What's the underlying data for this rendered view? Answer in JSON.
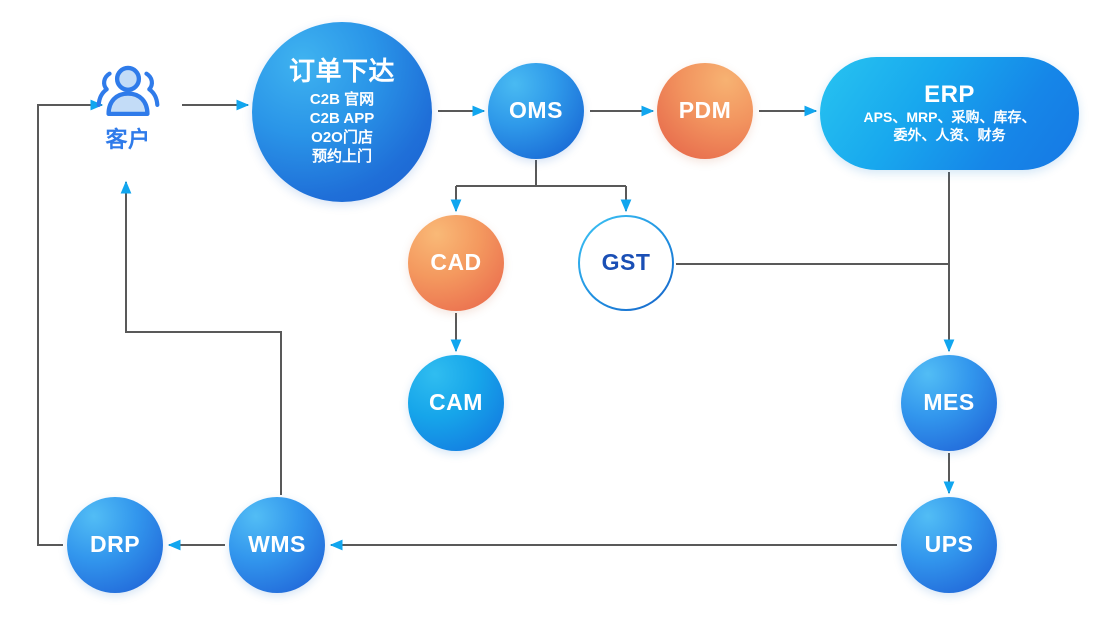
{
  "diagram": {
    "title": "",
    "colors": {
      "line": "#595959",
      "arrow": "#11a6ef",
      "blue": "#1f77dd",
      "cyan": "#28c4f0",
      "orange": "#f2945f",
      "gst_text": "#1a4fb5",
      "customer": "#2f7bea",
      "background": "#ffffff"
    },
    "nodes": [
      {
        "id": "customer",
        "label": "客户",
        "icon": "people-group-icon",
        "shape": "icon",
        "fill": "outline-blue"
      },
      {
        "id": "order",
        "label": "订单下达",
        "shape": "circle",
        "fill": "blue-gradient",
        "sublines": [
          "C2B 官网",
          "C2B APP",
          "O2O门店",
          "预约上门"
        ]
      },
      {
        "id": "oms",
        "label": "OMS",
        "shape": "circle",
        "fill": "blue-gradient",
        "sublines": []
      },
      {
        "id": "pdm",
        "label": "PDM",
        "shape": "circle",
        "fill": "orange-gradient",
        "sublines": []
      },
      {
        "id": "erp",
        "label": "ERP",
        "shape": "rounded-rect",
        "fill": "cyan-blue-gradient",
        "sublines": [
          "APS、MRP、采购、库存、",
          "委外、人资、财务"
        ]
      },
      {
        "id": "cad",
        "label": "CAD",
        "shape": "circle",
        "fill": "orange-gradient",
        "sublines": []
      },
      {
        "id": "gst",
        "label": "GST",
        "shape": "circle-outline",
        "fill": "white",
        "sublines": []
      },
      {
        "id": "cam",
        "label": "CAM",
        "shape": "circle",
        "fill": "cyan-gradient",
        "sublines": []
      },
      {
        "id": "mes",
        "label": "MES",
        "shape": "circle",
        "fill": "blue-gradient",
        "sublines": []
      },
      {
        "id": "ups",
        "label": "UPS",
        "shape": "circle",
        "fill": "blue-gradient",
        "sublines": []
      },
      {
        "id": "wms",
        "label": "WMS",
        "shape": "circle",
        "fill": "blue-gradient",
        "sublines": []
      },
      {
        "id": "drp",
        "label": "DRP",
        "shape": "circle",
        "fill": "blue-gradient",
        "sublines": []
      }
    ],
    "edges": [
      {
        "from": "customer",
        "to": "order",
        "style": "arrow-right"
      },
      {
        "from": "order",
        "to": "oms",
        "style": "arrow-right"
      },
      {
        "from": "oms",
        "to": "pdm",
        "style": "arrow-right"
      },
      {
        "from": "pdm",
        "to": "erp",
        "style": "arrow-right"
      },
      {
        "from": "oms",
        "to": "cad",
        "style": "branch-down-left"
      },
      {
        "from": "oms",
        "to": "gst",
        "style": "branch-down-right"
      },
      {
        "from": "cad",
        "to": "cam",
        "style": "arrow-down"
      },
      {
        "from": "gst",
        "to": "erp-trunk",
        "style": "line-right"
      },
      {
        "from": "erp",
        "to": "mes",
        "style": "arrow-down"
      },
      {
        "from": "mes",
        "to": "ups",
        "style": "arrow-down"
      },
      {
        "from": "ups",
        "to": "wms",
        "style": "arrow-left"
      },
      {
        "from": "wms",
        "to": "drp",
        "style": "arrow-left"
      },
      {
        "from": "wms",
        "to": "customer",
        "style": "elbow-up-left-arrow"
      },
      {
        "from": "drp",
        "to": "customer",
        "style": "elbow-left-up-arrow"
      }
    ]
  }
}
